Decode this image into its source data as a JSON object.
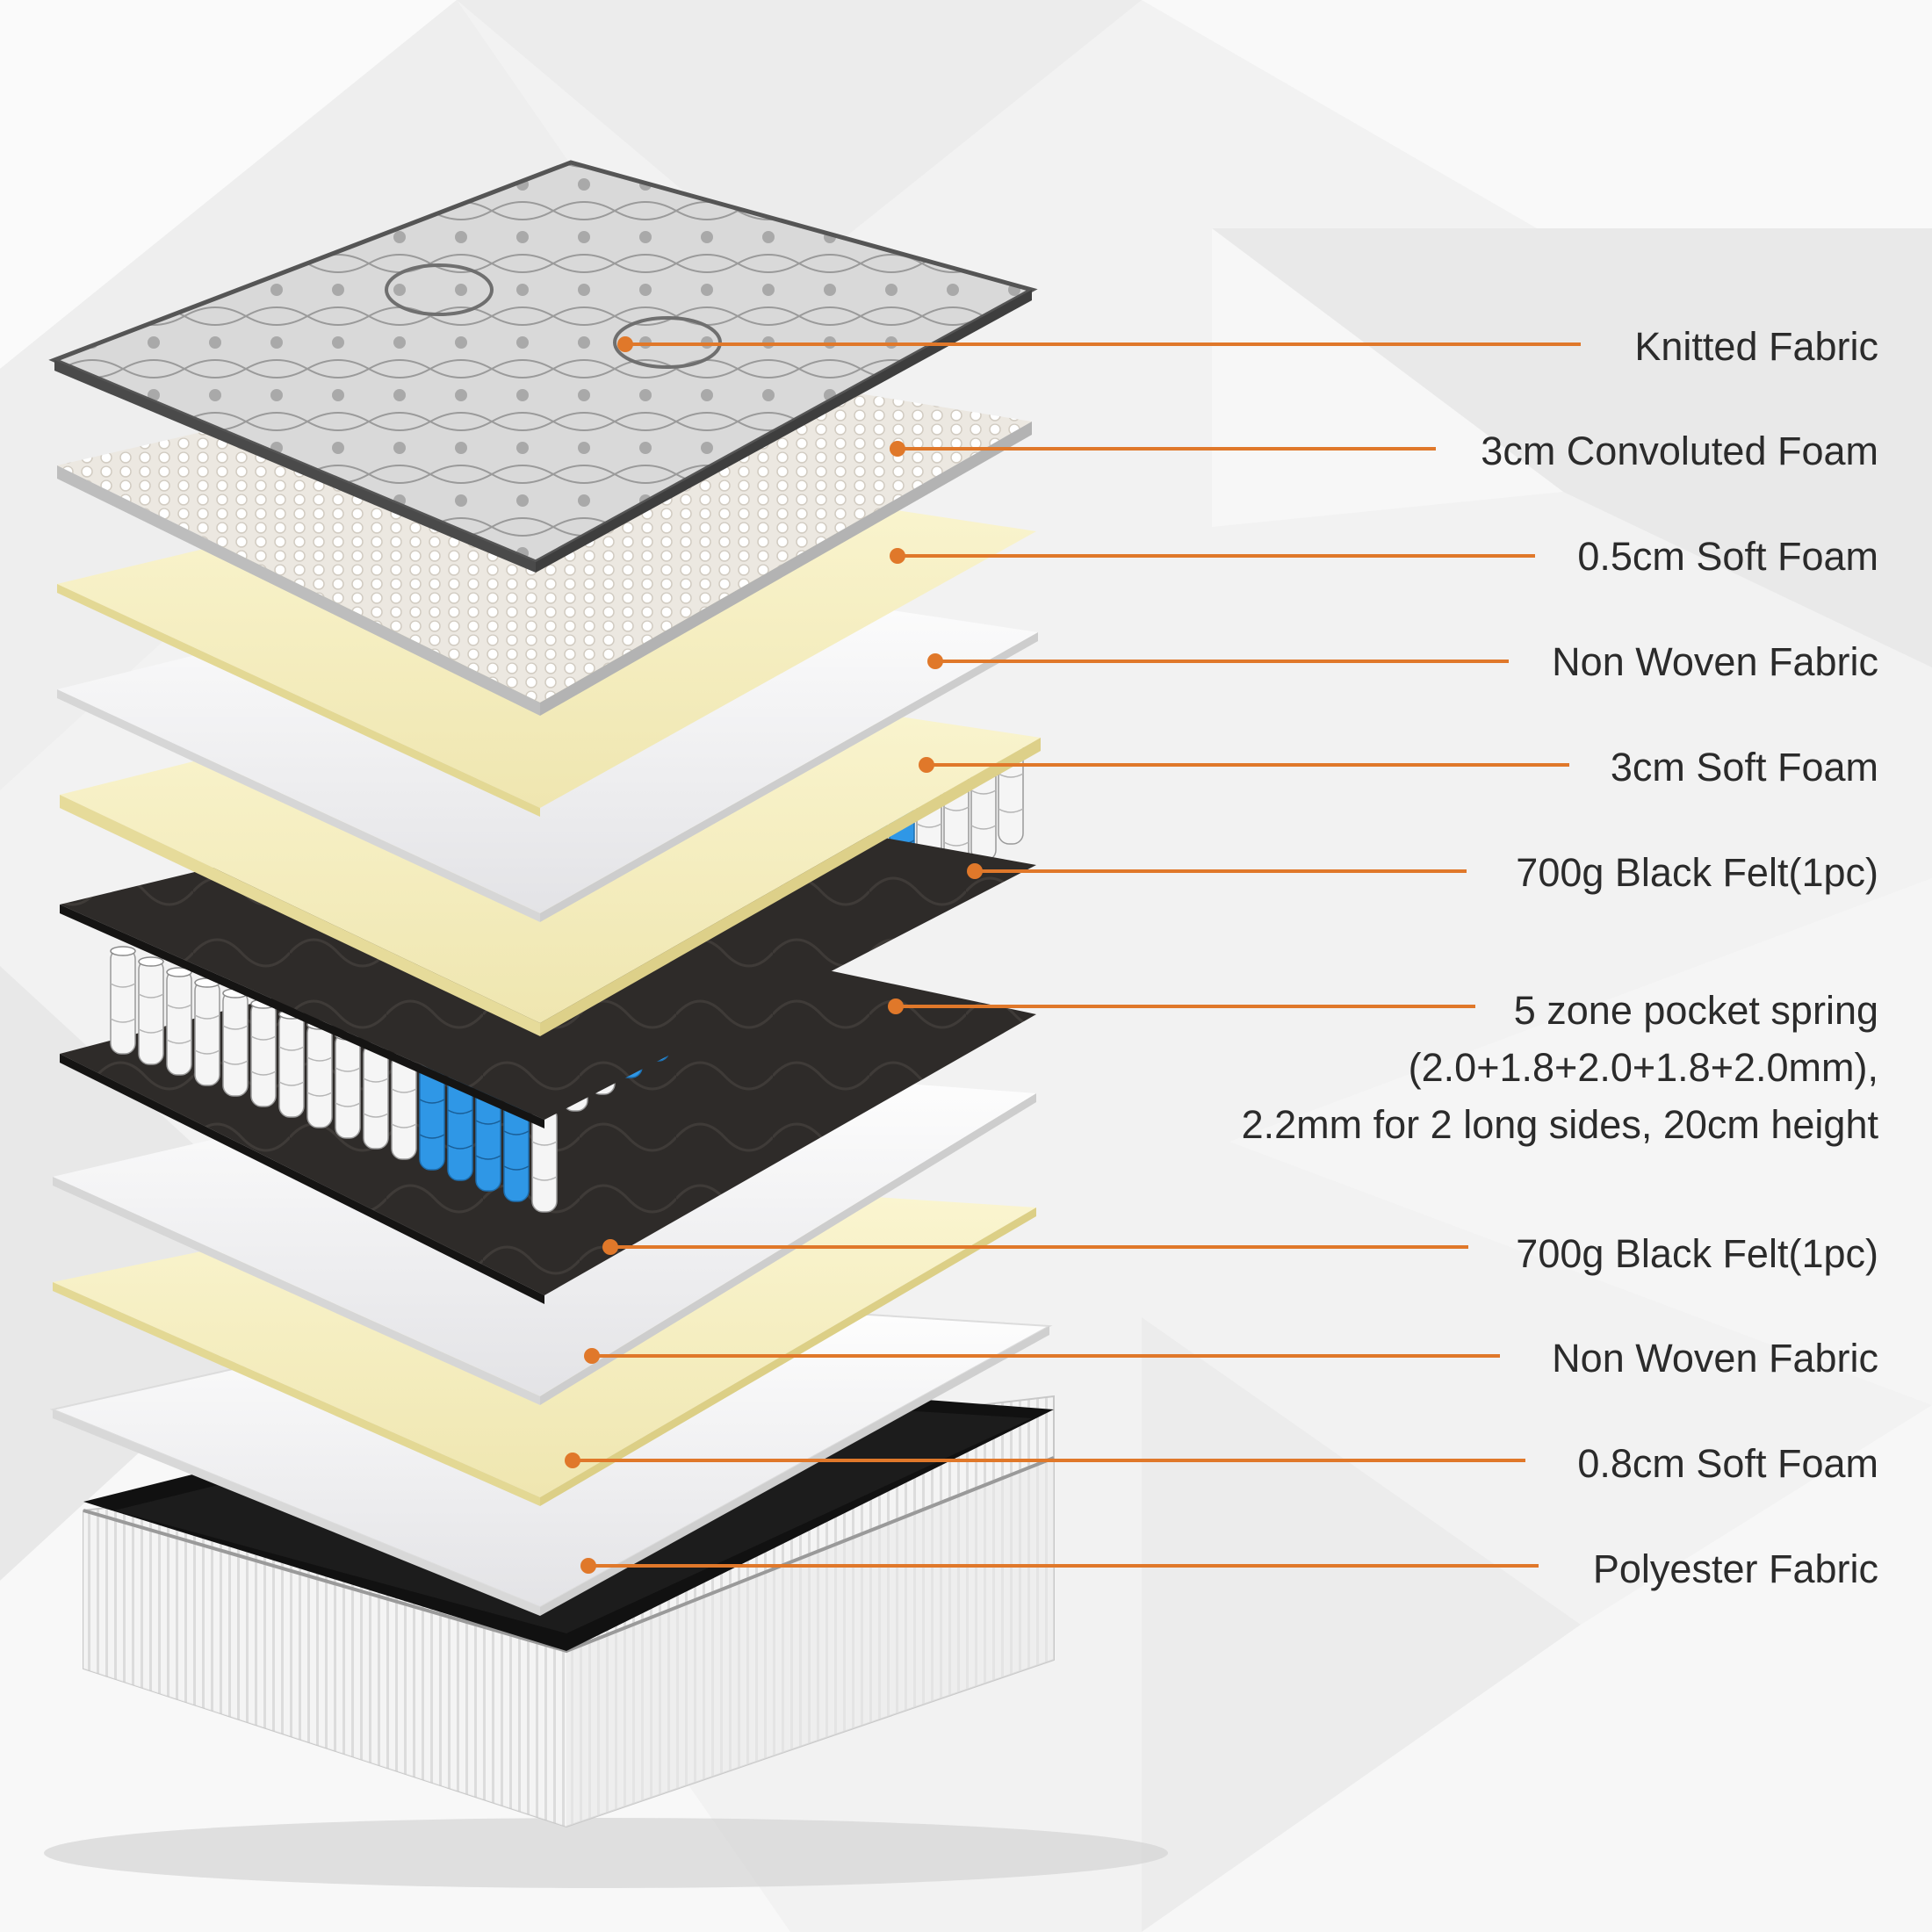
{
  "colors": {
    "leader": "#e0782a",
    "label_text": "#2b2b2b",
    "cream_foam": "#f6f0c4",
    "non_woven": "#f2f2f4",
    "black_felt": "#2e2b29",
    "spring_white": "#f4f4f4",
    "spring_blue": "#2f97e6"
  },
  "layers": [
    {
      "id": "knitted-fabric",
      "label": "Knitted Fabric"
    },
    {
      "id": "convoluted-foam",
      "label": "3cm Convoluted Foam"
    },
    {
      "id": "soft-foam-05",
      "label": "0.5cm Soft Foam"
    },
    {
      "id": "non-woven-top",
      "label": "Non Woven Fabric"
    },
    {
      "id": "soft-foam-3",
      "label": "3cm Soft Foam"
    },
    {
      "id": "black-felt-top",
      "label": "700g Black Felt(1pc)"
    },
    {
      "id": "pocket-spring",
      "label_lines": [
        "5 zone pocket spring",
        "(2.0+1.8+2.0+1.8+2.0mm),",
        "2.2mm for 2 long sides, 20cm height"
      ]
    },
    {
      "id": "black-felt-bottom",
      "label": "700g Black Felt(1pc)"
    },
    {
      "id": "non-woven-bottom",
      "label": "Non Woven Fabric"
    },
    {
      "id": "soft-foam-08",
      "label": "0.8cm Soft Foam"
    },
    {
      "id": "polyester-fabric",
      "label": "Polyester Fabric"
    }
  ]
}
